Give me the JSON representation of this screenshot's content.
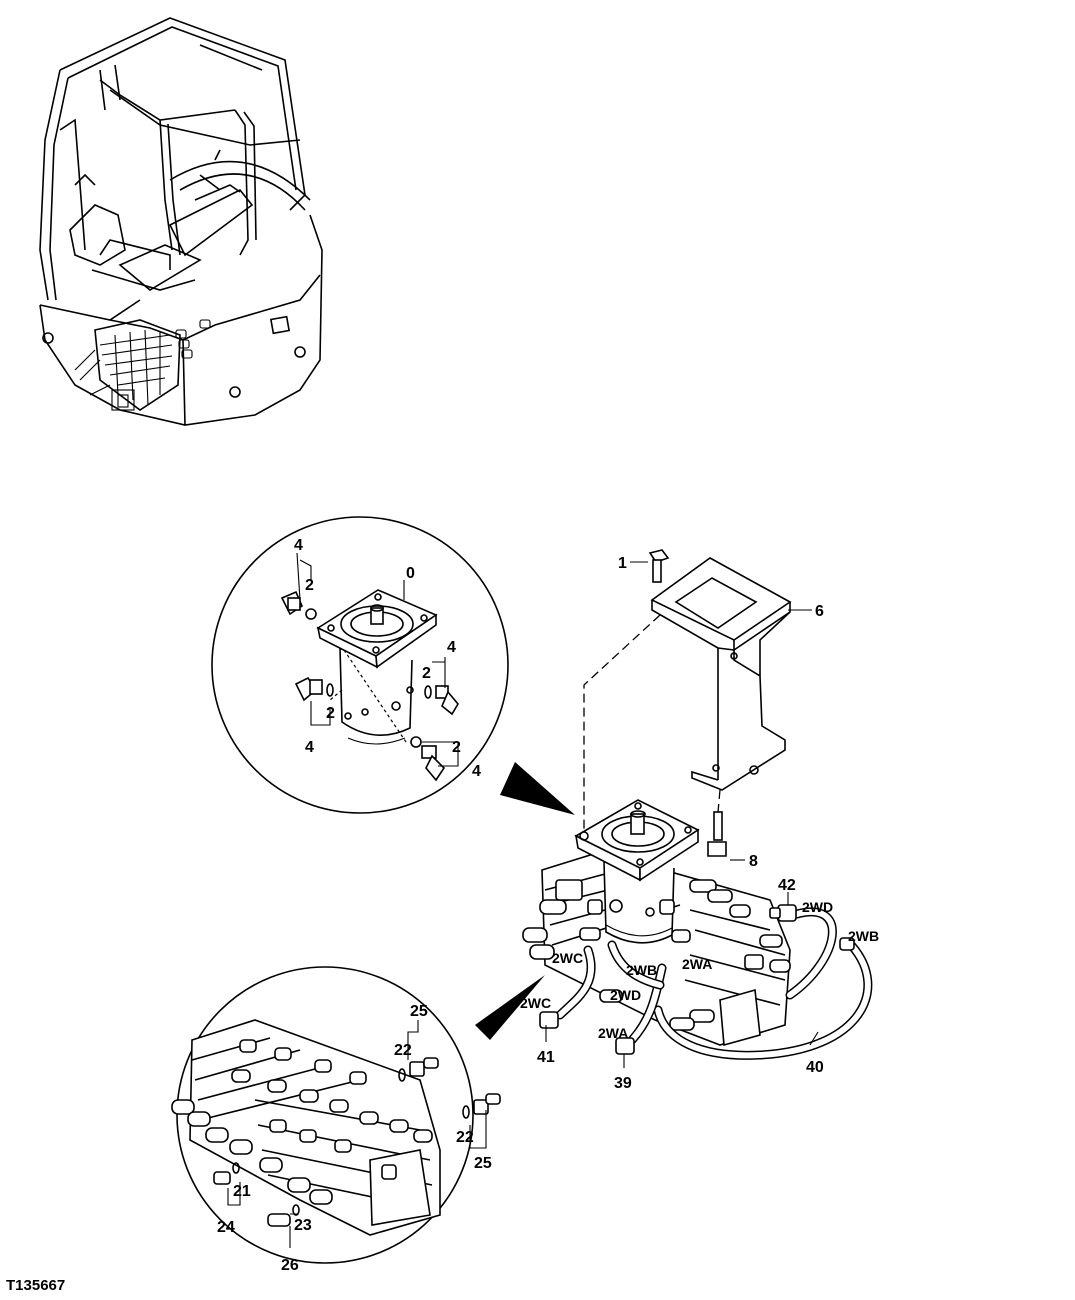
{
  "figure_id": "T135667",
  "callouts": {
    "c1": "1",
    "c6": "6",
    "c8": "8",
    "c0": "0",
    "c4a": "4",
    "c2a": "2",
    "c4b": "4",
    "c2b": "2",
    "c2c": "2",
    "c4c": "4",
    "c2d": "2",
    "c4d": "4",
    "c42": "42",
    "c41": "41",
    "c39": "39",
    "c40": "40",
    "c25a": "25",
    "c22a": "22",
    "c22b": "22",
    "c25b": "25",
    "c21": "21",
    "c24": "24",
    "c23": "23",
    "c26": "26"
  },
  "ports": {
    "wd_right": "2WD",
    "wb_right": "2WB",
    "wc_top": "2WC",
    "wb_mid": "2WB",
    "wa_mid": "2WA",
    "wd_mid": "2WD",
    "wc_low": "2WC",
    "wa_low": "2WA"
  }
}
